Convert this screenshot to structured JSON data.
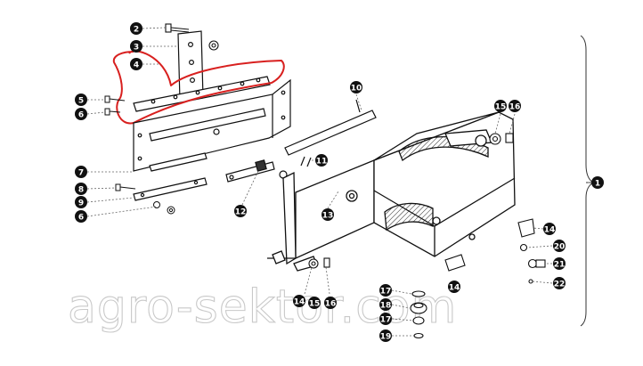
{
  "watermark": "agro-sektor.com",
  "highlight_color": "#d8201f",
  "callouts": [
    "1",
    "2",
    "3",
    "4",
    "5",
    "6",
    "7",
    "8",
    "9",
    "6",
    "10",
    "11",
    "12",
    "13",
    "14",
    "14",
    "14",
    "15",
    "16",
    "15",
    "16",
    "17",
    "18",
    "17",
    "19",
    "20",
    "21",
    "22"
  ]
}
